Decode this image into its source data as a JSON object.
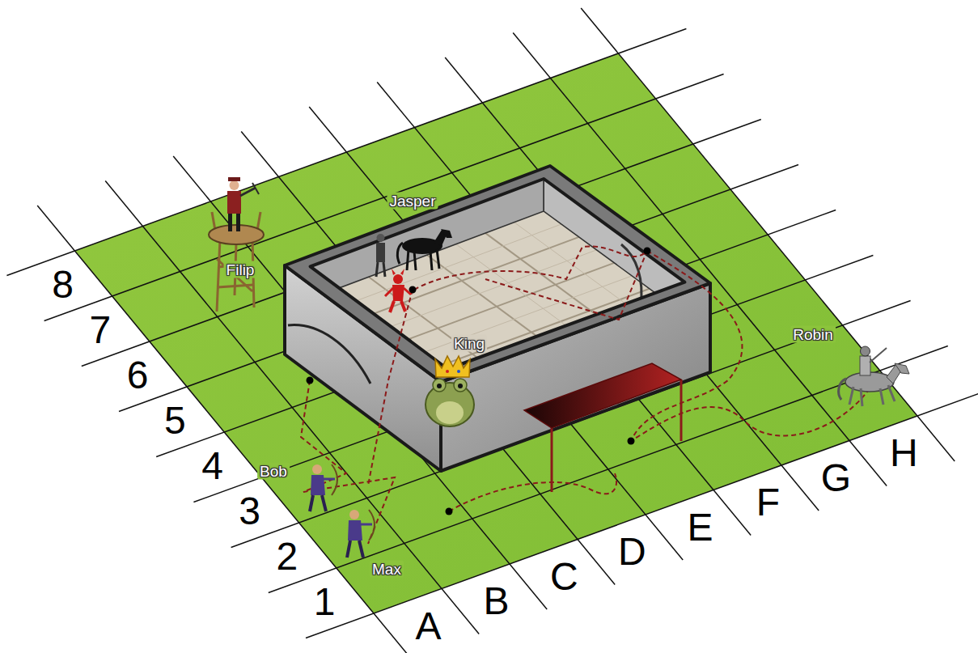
{
  "diagram": {
    "labels": [
      "Jasper",
      "Filip",
      "8",
      "7",
      "6",
      "King",
      "Robin",
      "5",
      "4",
      "Bob",
      "3",
      "2",
      "Max",
      "1",
      "A",
      "B",
      "C",
      "D",
      "E",
      "F",
      "G",
      "H"
    ]
  }
}
